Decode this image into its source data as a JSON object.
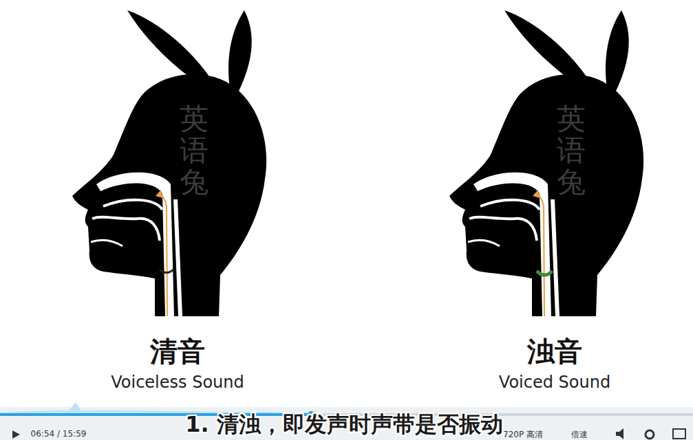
{
  "diagram": {
    "caption": "1. 清浊，即发声时声带是否振动",
    "labels": [
      "清音",
      "Voiceless Sound",
      "浊音",
      "Voiced Sound",
      "英语兔",
      "英语兔",
      "06:54 / 15:59",
      "720P 高清",
      "倍速"
    ]
  }
}
